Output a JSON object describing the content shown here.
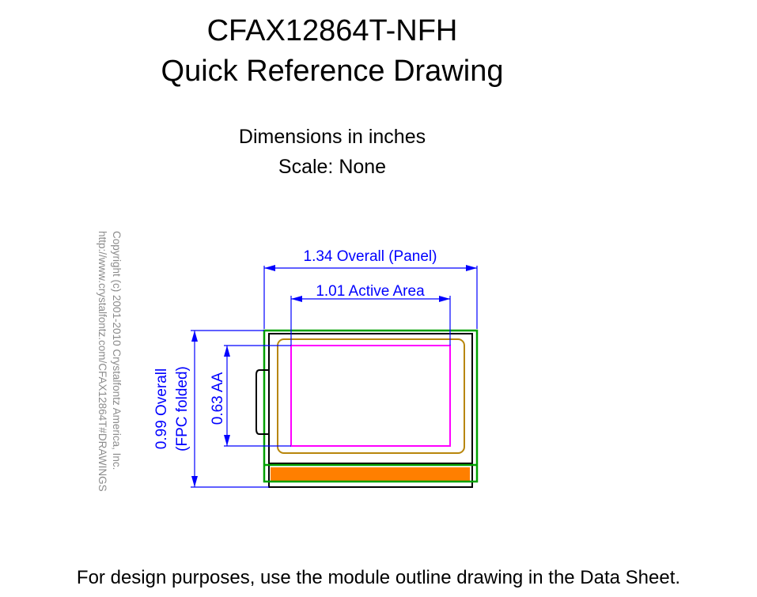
{
  "header": {
    "title_line1": "CFAX12864T-NFH",
    "title_line2": "Quick Reference Drawing"
  },
  "subheader": {
    "dimensions_note": "Dimensions in inches",
    "scale_note": "Scale: None"
  },
  "copyright": {
    "line1": "Copyright (c) 2001-2010 Crystalfontz America, Inc.",
    "line2": "http://www.crystalfontz.com/CFAX12864T#DRAWINGS"
  },
  "dimensions": {
    "overall_panel": "1.34 Overall (Panel)",
    "active_area": "1.01 Active Area",
    "aa_height": "0.63 AA",
    "overall_height_line1": "0.99 Overall",
    "overall_height_line2": "(FPC folded)"
  },
  "colors": {
    "dimension": "#0000ff",
    "outline_green": "#00a000",
    "bezel_gold": "#b8860b",
    "active_magenta": "#ff00ff",
    "fpc_orange": "#ff7f00",
    "copyright_gray": "#8c8c8c"
  },
  "footer": {
    "note": "For design purposes, use the module outline drawing in the Data Sheet."
  }
}
